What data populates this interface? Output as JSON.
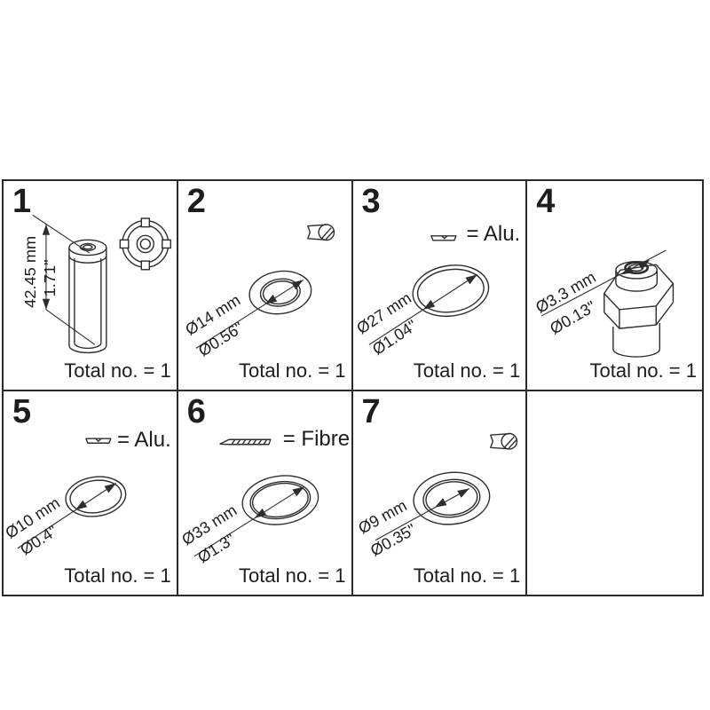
{
  "sheet": {
    "background": "#ffffff",
    "line_color": "#2e2e2e",
    "grid": {
      "rows": 2,
      "cols": 4
    }
  },
  "cells": [
    {
      "number": "1",
      "part": "slotted-pin-with-top-view",
      "dim_primary": "42.45 mm",
      "dim_secondary": "1.71\"",
      "total_label": "Total no. = 1"
    },
    {
      "number": "2",
      "part": "flat-washer",
      "material_icon": "copper-gasket-cut-icon",
      "dim_primary": "Ø14 mm",
      "dim_secondary": "Ø0.56\"",
      "total_label": "Total no. = 1"
    },
    {
      "number": "3",
      "part": "gasket-ring",
      "material_icon": "alu-gasket-icon",
      "material_label": "= Alu.",
      "dim_primary": "Ø27 mm",
      "dim_secondary": "Ø1.04\"",
      "total_label": "Total no. = 1"
    },
    {
      "number": "4",
      "part": "hex-plug",
      "dim_primary": "Ø3.3 mm",
      "dim_secondary": "Ø0.13\"",
      "total_label": "Total no. = 1"
    },
    {
      "number": "5",
      "part": "gasket-ring",
      "material_icon": "alu-gasket-icon",
      "material_label": "= Alu.",
      "dim_primary": "Ø10 mm",
      "dim_secondary": "Ø0.4\"",
      "total_label": "Total no. = 1"
    },
    {
      "number": "6",
      "part": "gasket-ring",
      "material_icon": "fibre-gasket-icon",
      "material_label": "= Fibre",
      "dim_primary": "Ø33 mm",
      "dim_secondary": "Ø1.3\"",
      "total_label": "Total no. = 1"
    },
    {
      "number": "7",
      "part": "gasket-ring",
      "material_icon": "copper-gasket-cut-icon",
      "dim_primary": "Ø9 mm",
      "dim_secondary": "Ø0.35\"",
      "total_label": "Total no. = 1"
    },
    {
      "number": "",
      "part": "empty",
      "total_label": ""
    }
  ]
}
